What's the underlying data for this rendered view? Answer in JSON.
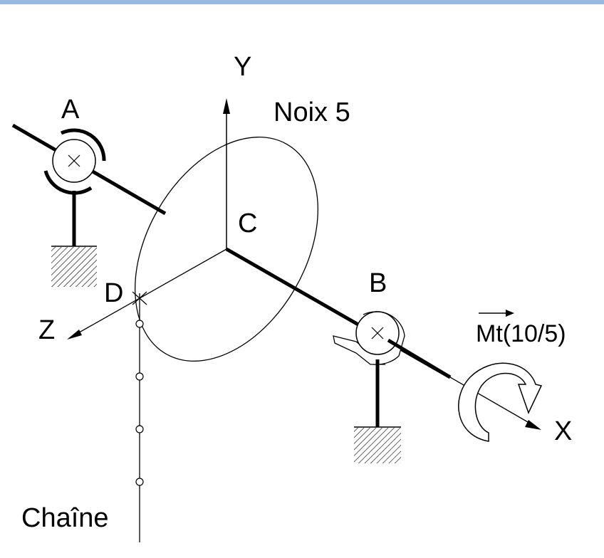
{
  "labels": {
    "y_axis": "Y",
    "x_axis": "X",
    "z_axis": "Z",
    "point_a": "A",
    "point_b": "B",
    "point_c": "C",
    "point_d": "D",
    "wheel": "Noix 5",
    "chain": "Chaîne",
    "torque": "Mt(10/5)"
  }
}
